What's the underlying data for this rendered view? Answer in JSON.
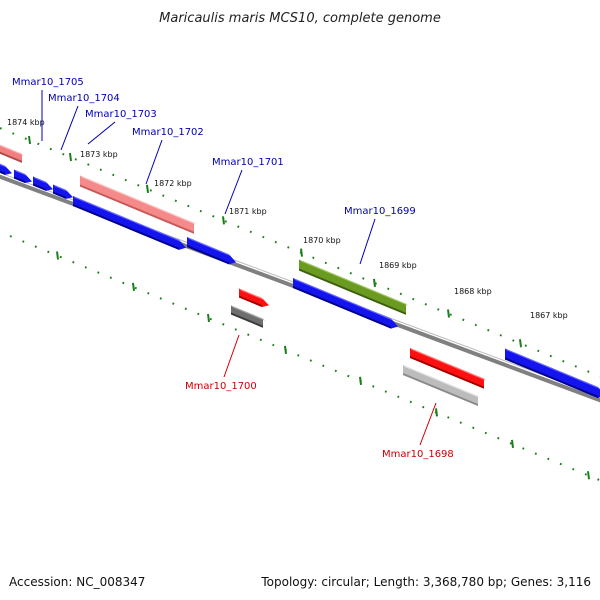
{
  "title": "Maricaulis maris MCS10, complete genome",
  "footer": {
    "accession": "Accession: NC_008347",
    "summary": "Topology: circular; Length: 3,368,780 bp; Genes: 3,116"
  },
  "colors": {
    "backbone": "#808080",
    "ticks": "#1a7f1a",
    "plus_label": "#0000b0",
    "minus_label": "#cc0000"
  },
  "kbp_labels": [
    "1874 kbp",
    "1873 kbp",
    "1872 kbp",
    "1871 kbp",
    "1870 kbp",
    "1869 kbp",
    "1868 kbp",
    "1867 kbp"
  ],
  "plus_strand_labels": [
    "Mmar10_1705",
    "Mmar10_1704",
    "Mmar10_1703",
    "Mmar10_1702",
    "Mmar10_1701",
    "Mmar10_1699"
  ],
  "minus_strand_labels": [
    "Mmar10_1700",
    "Mmar10_1698"
  ]
}
